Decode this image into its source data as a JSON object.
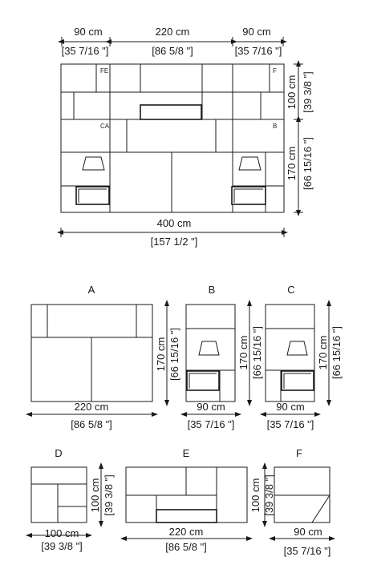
{
  "top": {
    "dims": {
      "left_w": "90 cm",
      "left_w_in": "[35 7/16 \"]",
      "mid_w": "220 cm",
      "mid_w_in": "[86 5/8 \"]",
      "right_w": "90 cm",
      "right_w_in": "[35 7/16 \"]",
      "total_w": "400 cm",
      "total_w_in": "[157 1/2 \"]",
      "upper_h": "100 cm",
      "upper_h_in": "[39 3/8 \"]",
      "lower_h": "170 cm",
      "lower_h_in": "[66 15/16 \"]"
    },
    "zone_labels": {
      "fe": "FE",
      "f": "F",
      "ca": "CA",
      "b": "B"
    }
  },
  "modules": {
    "a": {
      "title": "A",
      "w": "220 cm",
      "w_in": "[86 5/8 \"]",
      "h": "170 cm",
      "h_in": "[66 15/16 \"]"
    },
    "b": {
      "title": "B",
      "w": "90 cm",
      "w_in": "[35 7/16 \"]",
      "h": "170 cm",
      "h_in": "[66 15/16 \"]"
    },
    "c": {
      "title": "C",
      "w": "90 cm",
      "w_in": "[35 7/16 \"]",
      "h": "170 cm",
      "h_in": "[66 15/16 \"]"
    },
    "d": {
      "title": "D",
      "w": "100 cm",
      "w_in": "[39 3/8 \"]",
      "h": "100 cm",
      "h_in": "[39 3/8 \"]"
    },
    "e": {
      "title": "E",
      "w": "220 cm",
      "w_in": "[86 5/8 \"]"
    },
    "f": {
      "title": "F",
      "w": "90 cm",
      "w_in": "[35 7/16 \"]",
      "h": "100 cm",
      "h_in": "[39 3/8 \"]"
    }
  }
}
